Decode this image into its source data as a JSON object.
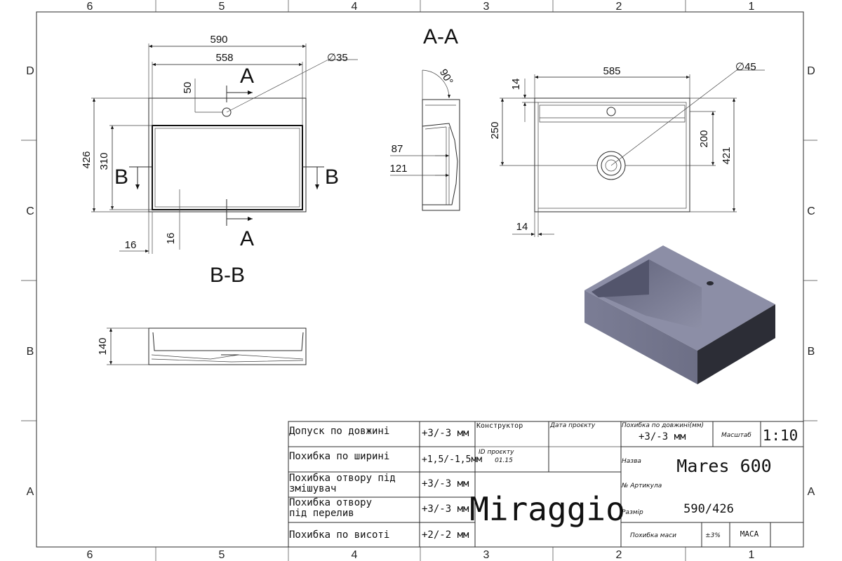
{
  "zones": {
    "top": [
      "6",
      "5",
      "4",
      "3",
      "2",
      "1"
    ],
    "bottom": [
      "6",
      "5",
      "4",
      "3",
      "2",
      "1"
    ],
    "left": [
      "D",
      "C",
      "B",
      "A"
    ],
    "right": [
      "D",
      "C",
      "B",
      "A"
    ]
  },
  "section_titles": {
    "aa": "A-A",
    "bb": "B-B"
  },
  "plan_view": {
    "width_outer": "590",
    "width_inner": "558",
    "hole_diameter": "∅35",
    "hole_offset": "50",
    "height_outer": "426",
    "height_inner": "310",
    "margin_left": "16",
    "margin_bottom": "16",
    "cut_a": "A",
    "cut_b": "B"
  },
  "section_view": {
    "angle": "90°",
    "depth_87": "87",
    "depth_121": "121"
  },
  "top_view": {
    "width": "585",
    "drain_diameter": "∅45",
    "rim": "14",
    "rim_bottom": "14",
    "depth_250": "250",
    "depth_200": "200",
    "depth_421": "421"
  },
  "side_view": {
    "height": "140"
  },
  "title_block": {
    "tolerances": [
      {
        "label_lines": [
          "Допуск по довжині"
        ],
        "value": "+3/-3 мм"
      },
      {
        "label_lines": [
          "Похибка по ширині"
        ],
        "value": "+1,5/-1,5мм"
      },
      {
        "label_lines": [
          "Похибка отвору під",
          "змішувач"
        ],
        "value": "+3/-3 мм"
      },
      {
        "label_lines": [
          "Похибка отвору",
          "під перелив"
        ],
        "value": "+3/-3 мм"
      },
      {
        "label_lines": [
          "Похибка по висоті"
        ],
        "value": "+2/-2 мм"
      }
    ],
    "designer_label": "Конструктор",
    "project_date_label": "Дата проєкту",
    "project_id_label": "ID проєкту",
    "project_id": "01.15",
    "brand": "Miraggio",
    "length_tolerance_label": "Похибка по довжині(мм)",
    "length_tolerance_value": "+3/-3 мм",
    "scale_label": "Масштаб",
    "scale_value": "1:10",
    "name_label": "Назва",
    "name_value": "Mares 600",
    "article_label": "№ Артикула",
    "size_label": "Размір",
    "size_value": "590/426",
    "mass_tolerance_label": "Похибка маси",
    "mass_tolerance_value": "±3%",
    "mass_label": "МАСА"
  }
}
